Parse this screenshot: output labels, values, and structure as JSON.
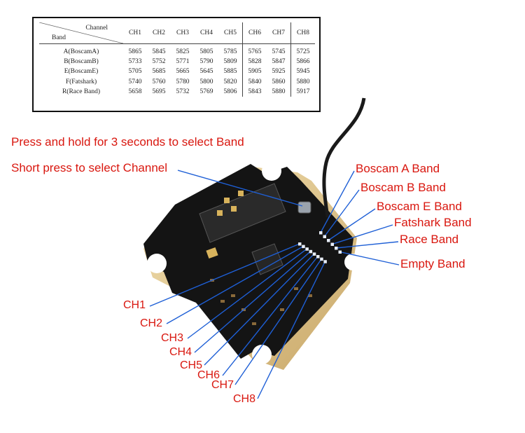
{
  "table": {
    "header_channel": "Channel",
    "header_band": "Band",
    "channels": [
      "CH1",
      "CH2",
      "CH3",
      "CH4",
      "CH5",
      "CH6",
      "CH7",
      "CH8"
    ],
    "rows": [
      {
        "band": "A(BoscamA)",
        "freqs": [
          "5865",
          "5845",
          "5825",
          "5805",
          "5785",
          "5765",
          "5745",
          "5725"
        ]
      },
      {
        "band": "B(BoscamB)",
        "freqs": [
          "5733",
          "5752",
          "5771",
          "5790",
          "5809",
          "5828",
          "5847",
          "5866"
        ]
      },
      {
        "band": "E(BoscamE)",
        "freqs": [
          "5705",
          "5685",
          "5665",
          "5645",
          "5885",
          "5905",
          "5925",
          "5945"
        ]
      },
      {
        "band": "F(Fatshark)",
        "freqs": [
          "5740",
          "5760",
          "5780",
          "5800",
          "5820",
          "5840",
          "5860",
          "5880"
        ]
      },
      {
        "band": "R(Race Band)",
        "freqs": [
          "5658",
          "5695",
          "5732",
          "5769",
          "5806",
          "5843",
          "5880",
          "5917"
        ]
      }
    ]
  },
  "instructions": {
    "hold": "Press and hold for 3 seconds to select Band",
    "short": "Short press to select Channel"
  },
  "band_labels": [
    "Boscam A Band",
    "Boscam B Band",
    "Boscam E Band",
    "Fatshark Band",
    "Race Band",
    "Empty Band"
  ],
  "channel_labels": [
    "CH1",
    "CH2",
    "CH3",
    "CH4",
    "CH5",
    "CH6",
    "CH7",
    "CH8"
  ],
  "colors": {
    "annotation_text": "#d9170f",
    "leader_lines": "#1e5fd6",
    "board": "#141414",
    "led": "#e8eef8"
  }
}
